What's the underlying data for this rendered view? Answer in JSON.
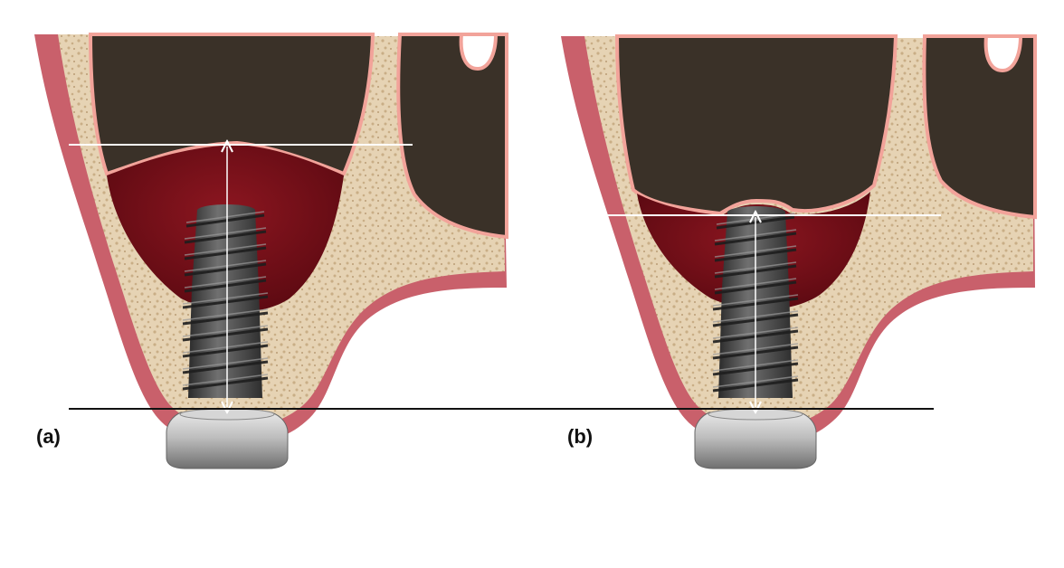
{
  "panels": [
    {
      "id": "a",
      "label": "(a)"
    },
    {
      "id": "b",
      "label": "(b)"
    }
  ],
  "colors": {
    "gingiva": "#c9606b",
    "gingiva_dark": "#a8444f",
    "bone": "#e6d3b4",
    "bone_pore": "#c9ae86",
    "sinus": "#3a3128",
    "membrane": "#f2a39a",
    "graft": "#7a1018",
    "implant": "#4a4a4a",
    "abutment": "#bcbcbc",
    "reference_line": "#111111",
    "measure_line": "#ffffff"
  }
}
